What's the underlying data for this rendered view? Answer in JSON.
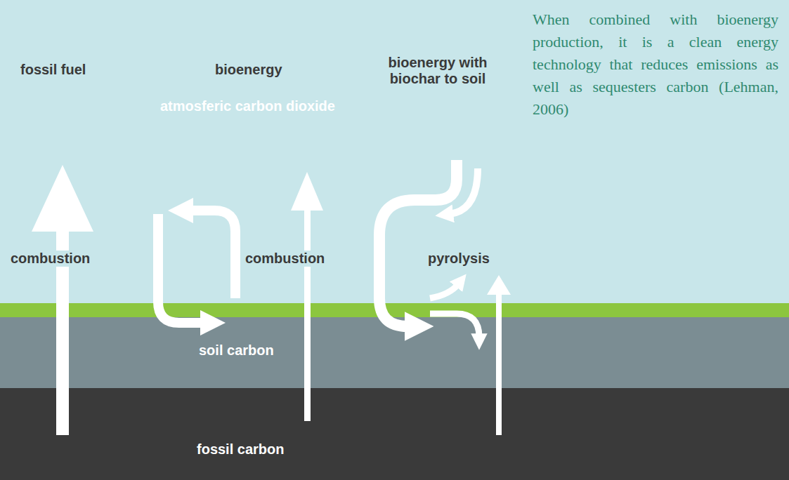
{
  "diagram": {
    "nodes": [
      {
        "text": [
          "atmosferic carbon dioxide"
        ]
      },
      {
        "text": [
          "soil carbon"
        ]
      },
      {
        "text": [
          "fossil carbon"
        ]
      }
    ],
    "labels": [
      "fossil fuel",
      "bioenergy",
      "bioenergy with biochar to soil",
      "combustion",
      "combustion",
      "pyrolysis",
      "When combined with bioenergy production, it is a clean energy technology that reduces emissions as well as sequesters carbon (Lehman, 2006)"
    ]
  }
}
